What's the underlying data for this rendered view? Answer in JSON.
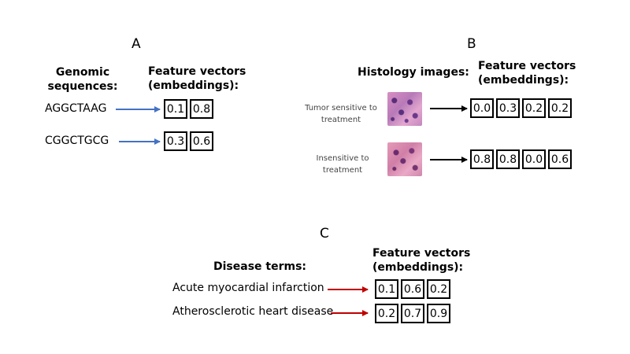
{
  "panels": {
    "a": {
      "label": "A",
      "left_header": [
        "Genomic",
        "sequences:"
      ],
      "right_header": [
        "Feature vectors",
        "(embeddings):"
      ],
      "rows": [
        {
          "label": "AGGCTAAG",
          "vector": [
            "0.1",
            "0.8"
          ]
        },
        {
          "label": "CGGCTGCG",
          "vector": [
            "0.3",
            "0.6"
          ]
        }
      ],
      "arrow_color": "#4472c4"
    },
    "b": {
      "label": "B",
      "left_header": "Histology images:",
      "right_header": [
        "Feature vectors",
        "(embeddings):"
      ],
      "rows": [
        {
          "caption": [
            "Tumor sensitive to",
            "treatment"
          ],
          "image": "histology-tile",
          "vector": [
            "0.0",
            "0.3",
            "0.2",
            "0.2"
          ]
        },
        {
          "caption": [
            "Insensitive to",
            "treatment"
          ],
          "image": "histology-tile",
          "vector": [
            "0.8",
            "0.8",
            "0.0",
            "0.6"
          ]
        }
      ],
      "arrow_color": "#000000"
    },
    "c": {
      "label": "C",
      "left_header": "Disease terms:",
      "right_header": [
        "Feature vectors",
        "(embeddings):"
      ],
      "rows": [
        {
          "label": "Acute myocardial infarction",
          "vector": [
            "0.1",
            "0.6",
            "0.2"
          ]
        },
        {
          "label": "Atherosclerotic heart disease",
          "vector": [
            "0.2",
            "0.7",
            "0.9"
          ]
        }
      ],
      "arrow_color": "#c00000"
    }
  }
}
